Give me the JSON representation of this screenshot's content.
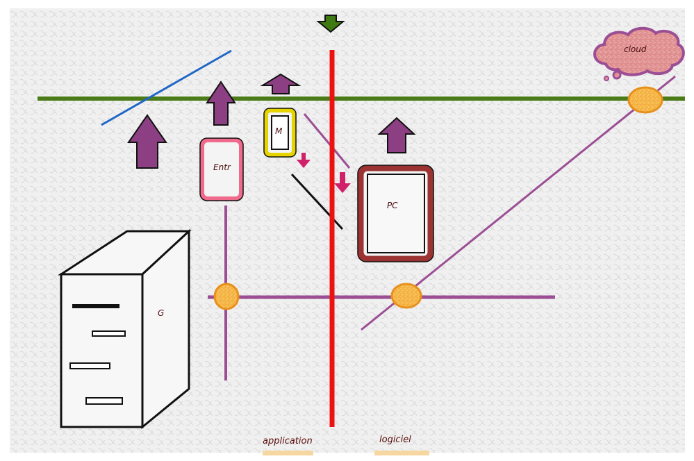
{
  "labels": {
    "cloud": "cloud",
    "entr": "Entr",
    "m": "M",
    "pc": "PC",
    "g": "G",
    "application": "application",
    "logiciel": "logiciel"
  },
  "colors": {
    "paper": "#f1f1f1",
    "green_line": "#4b7a18",
    "red_line": "#ee1111",
    "blue_line": "#1f66c8",
    "purple_line": "#9b4e94",
    "arrow_purple": "#8c3f82",
    "arrow_pink": "#d1206a",
    "arrow_green": "#3f7a12",
    "node_orange": "#f4b040",
    "node_orange_stroke": "#e8901c",
    "pc_border": "#9b3333",
    "entr_border": "#f06a8c",
    "m_border": "#e6d400",
    "cloud_fill": "#e09090",
    "cloud_stroke": "#9b4e94",
    "label_highlight": "#f7d7a0"
  }
}
